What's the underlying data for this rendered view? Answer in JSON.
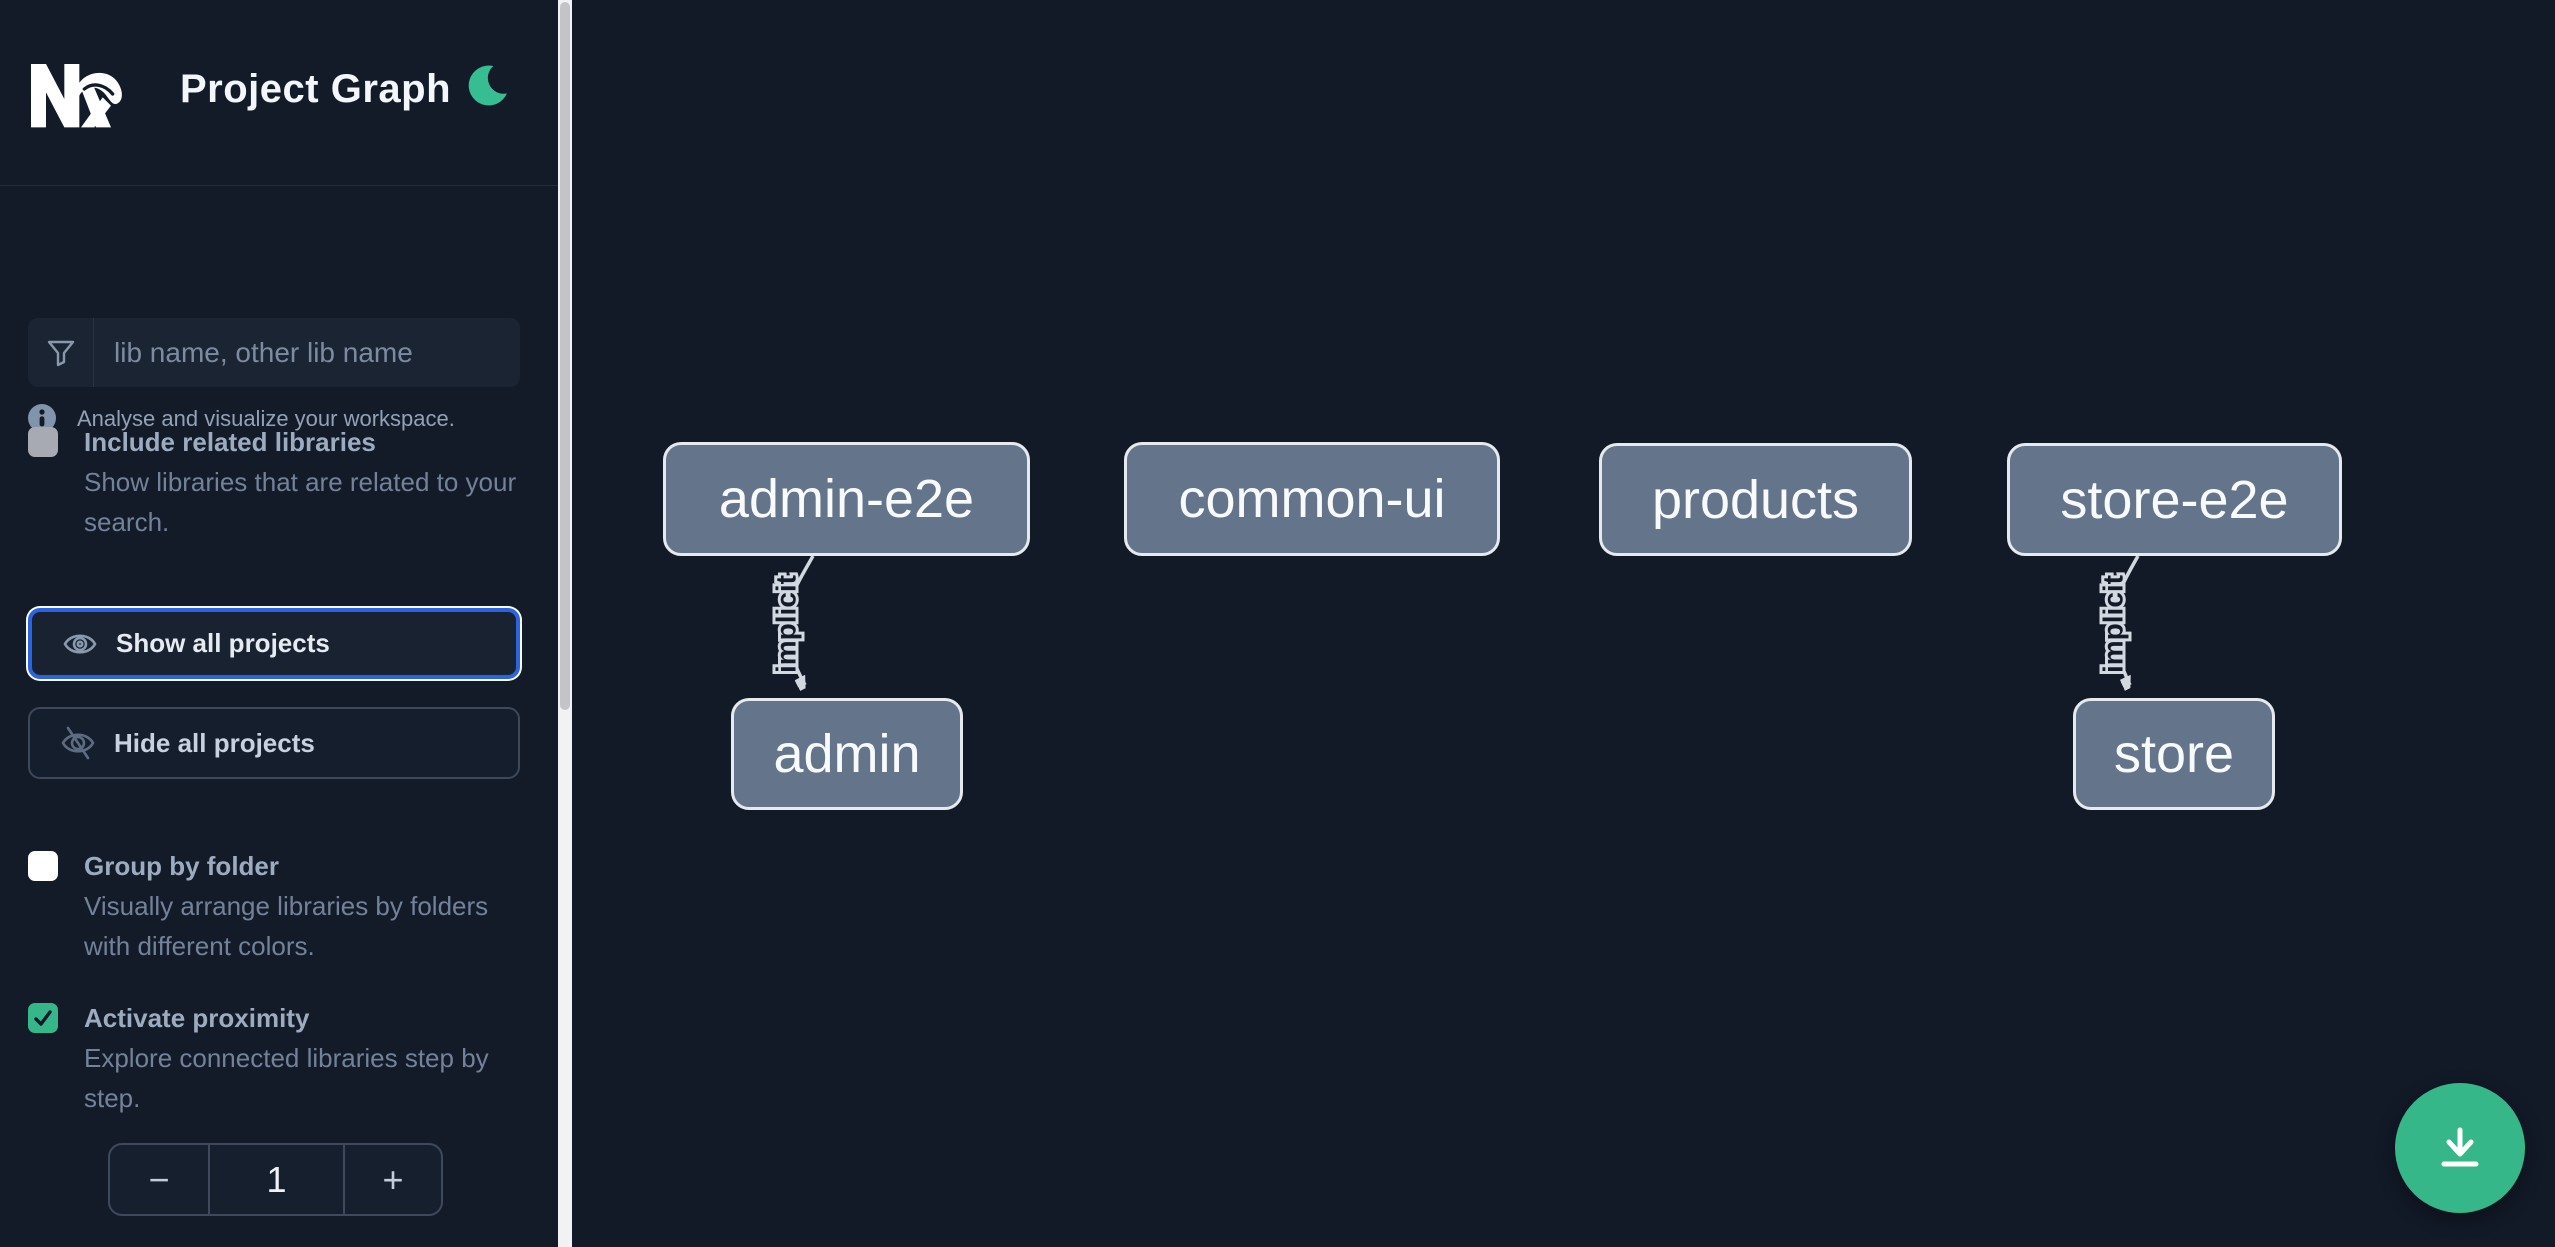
{
  "header": {
    "title": "Project Graph"
  },
  "intro": {
    "text": "Analyse and visualize your workspace."
  },
  "filter": {
    "placeholder": "lib name, other lib name",
    "value": ""
  },
  "options": {
    "include_related": {
      "label": "Include related libraries",
      "description": "Show libraries that are related to your search.",
      "checked": false
    },
    "group_by_folder": {
      "label": "Group by folder",
      "description": "Visually arrange libraries by folders with different colors.",
      "checked": false
    },
    "activate_proximity": {
      "label": "Activate proximity",
      "description": "Explore connected libraries step by step.",
      "checked": true
    }
  },
  "actions": {
    "show_all": "Show all projects",
    "hide_all": "Hide all projects"
  },
  "proximity_stepper": {
    "decrement": "−",
    "value": "1",
    "increment": "+"
  },
  "graph": {
    "nodes": [
      {
        "id": "admin-e2e",
        "label": "admin-e2e"
      },
      {
        "id": "common-ui",
        "label": "common-ui"
      },
      {
        "id": "products",
        "label": "products"
      },
      {
        "id": "store-e2e",
        "label": "store-e2e"
      },
      {
        "id": "admin",
        "label": "admin"
      },
      {
        "id": "store",
        "label": "store"
      }
    ],
    "edges": [
      {
        "source": "admin-e2e",
        "target": "admin",
        "label": "implicit",
        "type": "implicit"
      },
      {
        "source": "store-e2e",
        "target": "store",
        "label": "implicit",
        "type": "implicit"
      }
    ]
  },
  "colors": {
    "accent_green": "#35b789",
    "focus_blue": "#2b63e0",
    "node_fill": "#64748b",
    "node_border": "#e6eaef",
    "edge": "#d2d8df",
    "sidebar_bg": "#131b29",
    "graph_bg": "#121927"
  }
}
